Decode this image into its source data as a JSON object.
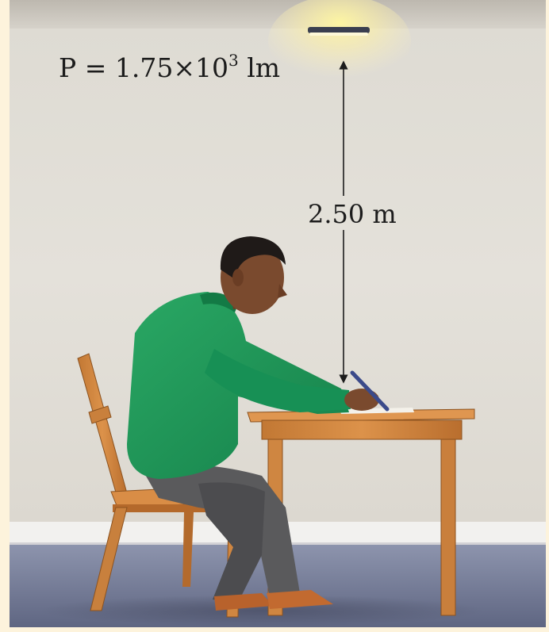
{
  "power": {
    "prefix": "P = 1.75",
    "times": "×",
    "base": "10",
    "exponent": "3",
    "unit": "lm"
  },
  "distance": {
    "label": "2.50 m"
  },
  "colors": {
    "wall": "#e3e0d9",
    "ceiling": "#cdc8bf",
    "floor": "#6e7591",
    "baseboard": "#f1f0ee",
    "shirt": "#1f9a55",
    "pants": "#5a5a5c",
    "wood": "#d4873f",
    "light": "#fff3a6"
  }
}
